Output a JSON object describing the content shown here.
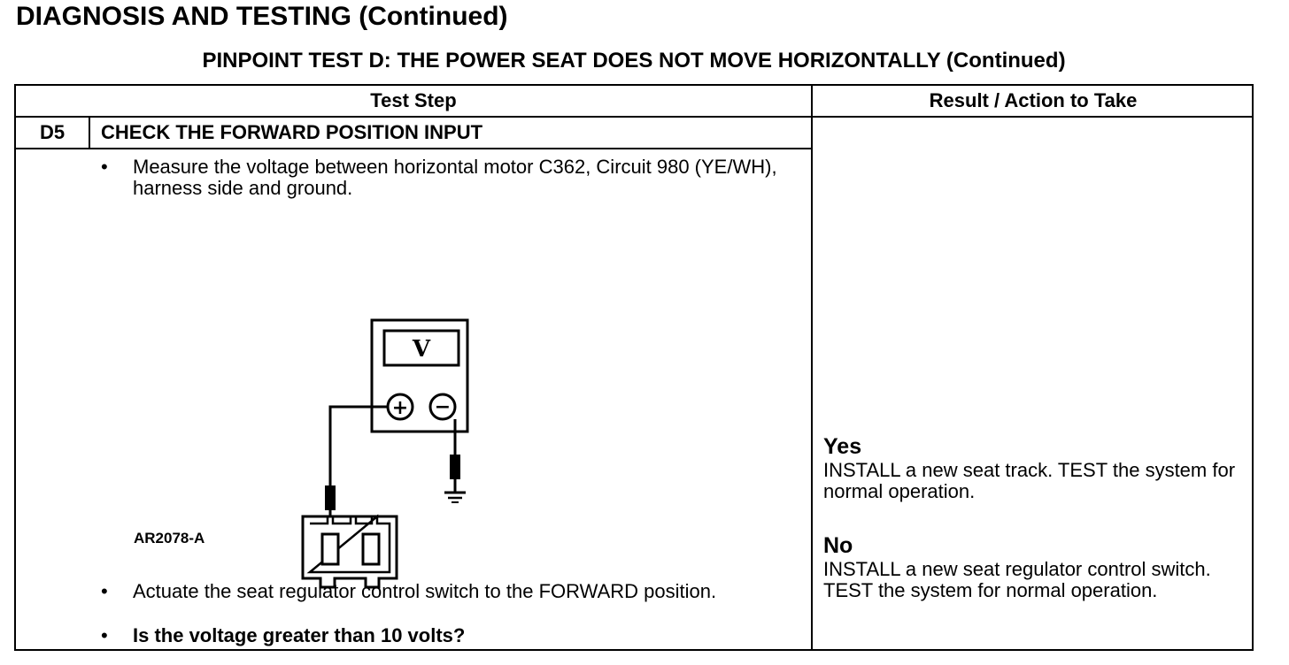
{
  "page_title": "DIAGNOSIS AND TESTING (Continued)",
  "pinpoint_title": "PINPOINT TEST  D: THE POWER SEAT DOES NOT MOVE HORIZONTALLY (Continued)",
  "table": {
    "header_step": "Test Step",
    "header_result": "Result / Action to Take"
  },
  "step": {
    "id": "D5",
    "name": "CHECK THE FORWARD POSITION INPUT",
    "bullet_char": "•",
    "instructions": [
      "Measure the voltage between horizontal motor C362, Circuit 980 (YE/WH), harness side and ground.",
      "Actuate the seat regulator control switch to the FORWARD position.",
      "Is the voltage greater than 10 volts?"
    ],
    "figure_id": "AR2078-A",
    "meter_display": "V",
    "meter_plus": "+",
    "meter_minus": "−"
  },
  "results": [
    {
      "label": "Yes",
      "action": "INSTALL a new seat track. TEST the system for normal operation."
    },
    {
      "label": "No",
      "action": "INSTALL a new seat regulator control switch. TEST the system for normal operation."
    }
  ]
}
